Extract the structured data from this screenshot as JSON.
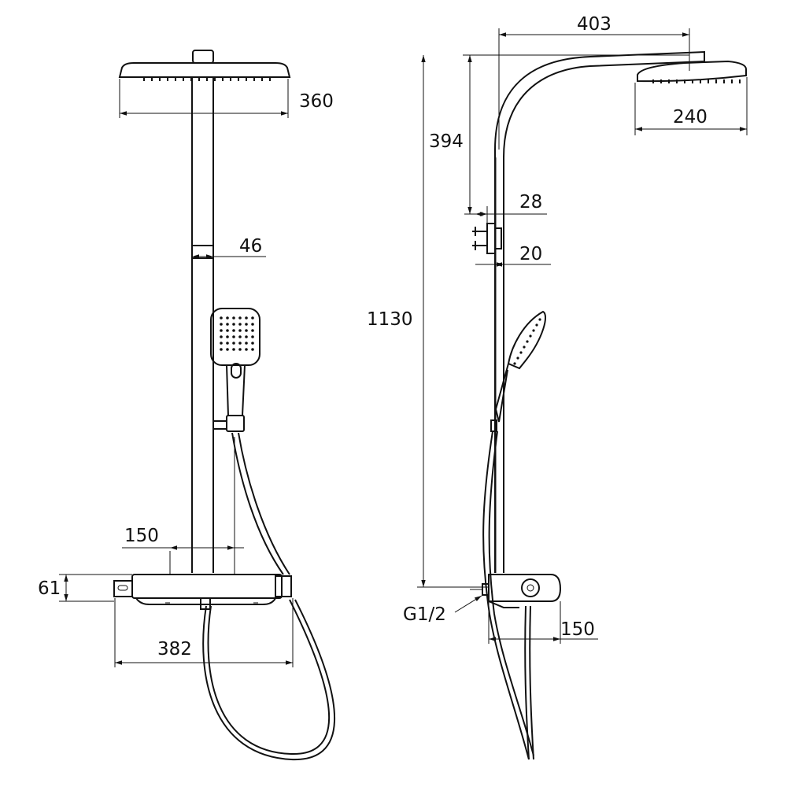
{
  "front_view": {
    "dimensions": {
      "showerhead_width": "360",
      "riser_diameter": "46",
      "handshower_offset": "150",
      "mixer_height": "61",
      "mixer_width": "382"
    }
  },
  "side_view": {
    "dimensions": {
      "arm_projection": "403",
      "showerhead_depth": "240",
      "arm_height": "394",
      "bracket_depth": "28",
      "bracket_height": "20",
      "total_height": "1130",
      "inlet_thread": "G1/2",
      "mixer_depth": "150"
    }
  }
}
